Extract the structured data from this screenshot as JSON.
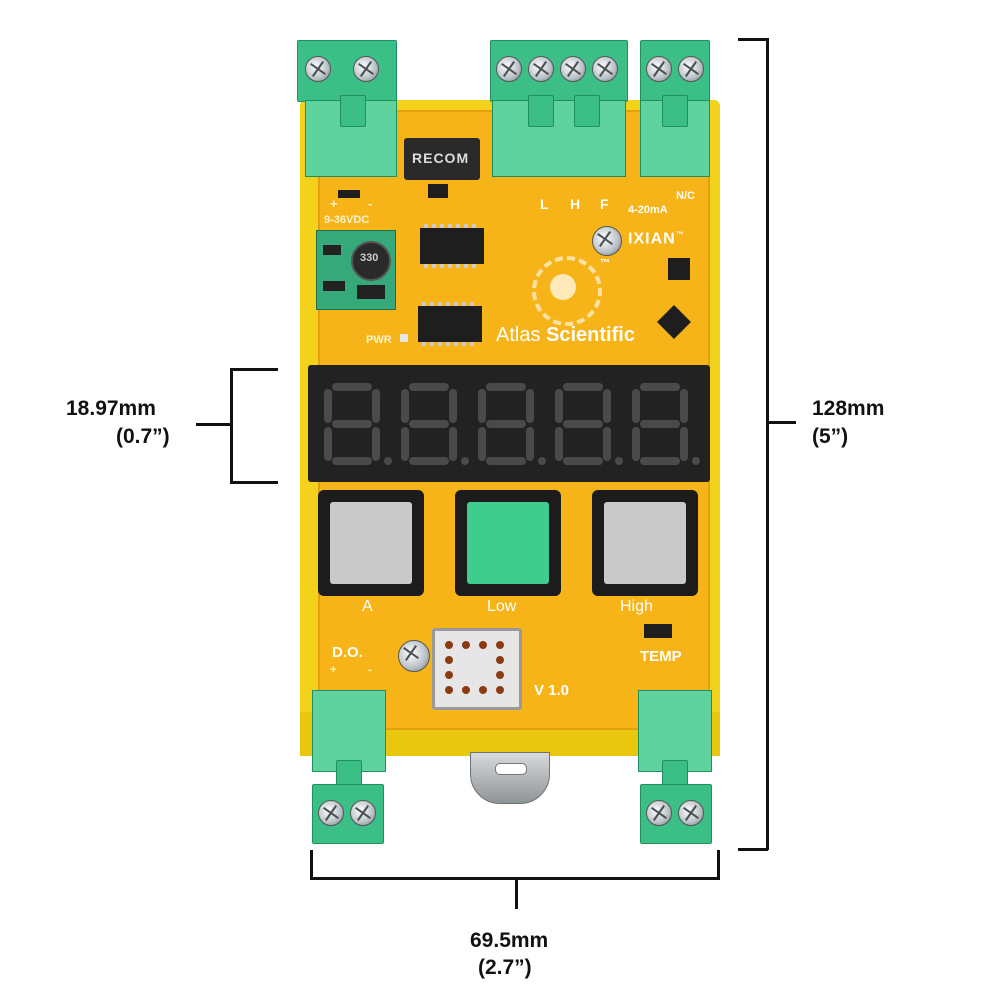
{
  "dimensions": {
    "height_mm": "128mm",
    "height_in": "(5”)",
    "width_mm": "69.5mm",
    "width_in": "(2.7”)",
    "display_mm": "18.97mm",
    "display_in": "(0.7”)"
  },
  "board": {
    "brand_light": "Atlas",
    "brand_bold": "Scientific",
    "trademark": "™",
    "ixian": "IXIAN",
    "ixian_tm": "™",
    "recom": "RECOM",
    "inductor": "330",
    "pwr": "PWR",
    "supply": "9-36VDC",
    "plus": "+",
    "minus": "-",
    "relay_l": "L",
    "relay_h": "H",
    "relay_f": "F",
    "current_out": "4-20mA",
    "nc": "N/C",
    "do_label": "D.O.",
    "do_plus": "+",
    "do_minus": "-",
    "temp_label": "TEMP",
    "version": "V 1.0"
  },
  "buttons": [
    {
      "label": "A",
      "color": "#c9c9c9"
    },
    {
      "label": "Low",
      "color": "#3fcc8f"
    },
    {
      "label": "High",
      "color": "#c9c9c9"
    }
  ],
  "display": {
    "digits": 5,
    "segment_color": "#4a4a4a",
    "background": "#222222"
  },
  "colors": {
    "board": "#f6b418",
    "case": "#f2d21a",
    "terminal": "#3bbf86"
  }
}
